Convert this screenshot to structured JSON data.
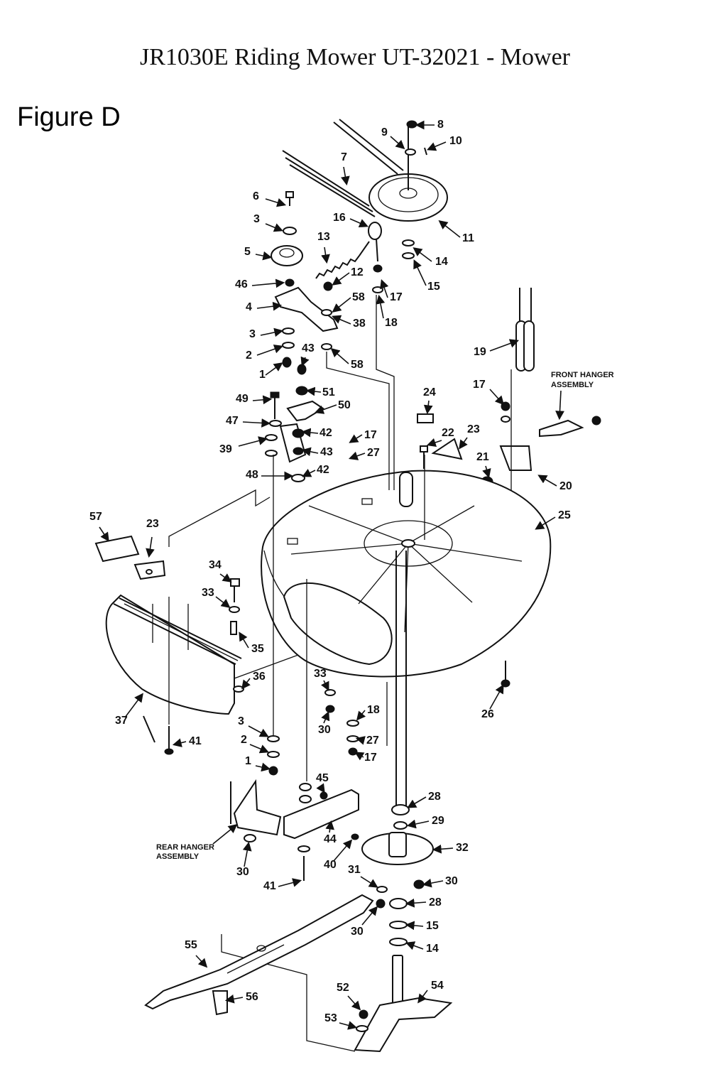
{
  "title": "JR1030E Riding Mower UT-32021 - Mower",
  "figure_label": "Figure D",
  "assembly_labels": {
    "front_hanger_line1": "FRONT HANGER",
    "front_hanger_line2": "ASSEMBLY",
    "rear_hanger_line1": "REAR HANGER",
    "rear_hanger_line2": "ASSEMBLY"
  },
  "callouts": [
    "8",
    "9",
    "10",
    "7",
    "11",
    "6",
    "3",
    "16",
    "13",
    "5",
    "14",
    "15",
    "12",
    "46",
    "58",
    "17",
    "4",
    "38",
    "18",
    "3",
    "2",
    "43",
    "58",
    "1",
    "51",
    "19",
    "24",
    "17",
    "49",
    "50",
    "47",
    "42",
    "17",
    "22",
    "23",
    "39",
    "43",
    "27",
    "21",
    "48",
    "42",
    "20",
    "25",
    "57",
    "23",
    "34",
    "33",
    "35",
    "36",
    "33",
    "26",
    "18",
    "37",
    "3",
    "30",
    "27",
    "41",
    "2",
    "17",
    "1",
    "45",
    "28",
    "29",
    "44",
    "32",
    "40",
    "30",
    "41",
    "31",
    "30",
    "28",
    "30",
    "15",
    "55",
    "14",
    "52",
    "54",
    "56",
    "53"
  ]
}
